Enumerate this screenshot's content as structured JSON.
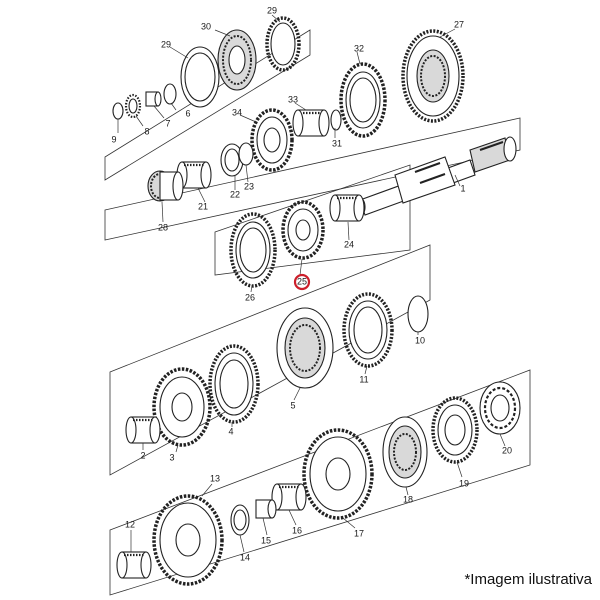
{
  "caption": "*Imagem ilustrativa",
  "callouts": {
    "c1": "1",
    "c2": "2",
    "c3": "3",
    "c4": "4",
    "c5": "5",
    "c6": "6",
    "c7": "7",
    "c8": "8",
    "c9": "9",
    "c10": "10",
    "c11": "11",
    "c12": "12",
    "c13": "13",
    "c14": "14",
    "c15": "15",
    "c16": "16",
    "c17": "17",
    "c18": "18",
    "c19": "19",
    "c20": "20",
    "c21": "21",
    "c22": "22",
    "c23": "23",
    "c24": "24",
    "c25": "25",
    "c26": "26",
    "c27": "27",
    "c28": "28",
    "c29a": "29",
    "c29b": "29",
    "c30": "30",
    "c31": "31",
    "c32": "32",
    "c33": "33",
    "c34": "34"
  },
  "highlight_color": "#cc1f2b"
}
